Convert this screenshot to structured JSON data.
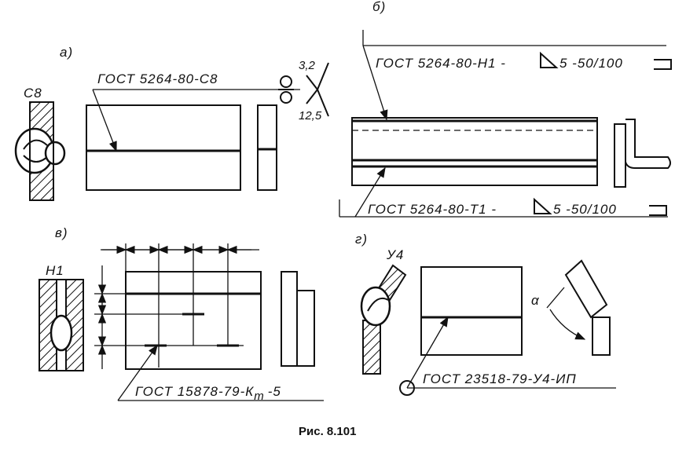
{
  "caption": "Рис. 8.101",
  "panels": {
    "a": {
      "letter": "а)",
      "joint_label": "С8",
      "designation": "ГОСТ 5264-80-С8",
      "roughness_top": "3,2",
      "roughness_bottom": "12,5"
    },
    "b": {
      "letter": "б)",
      "designation_top": "ГОСТ 5264-80-Н1 -",
      "spec_top": "5 -50/100",
      "designation_bottom": "ГОСТ 5264-80-Т1 -",
      "spec_bottom": "5 -50/100"
    },
    "c": {
      "letter": "в)",
      "joint_label": "Н1",
      "designation": "ГОСТ 15878-79-К",
      "subscript": "т",
      "suffix": "-5"
    },
    "d": {
      "letter": "г)",
      "joint_label": "У4",
      "angle_label": "α",
      "designation": "ГОСТ 23518-79-У4-ИП"
    }
  },
  "icons": [
    "leg-triangle-icon",
    "intermittent-weld-icon",
    "roughness-sign-icon",
    "field-weld-circle-icon",
    "grind-flush-icon"
  ]
}
